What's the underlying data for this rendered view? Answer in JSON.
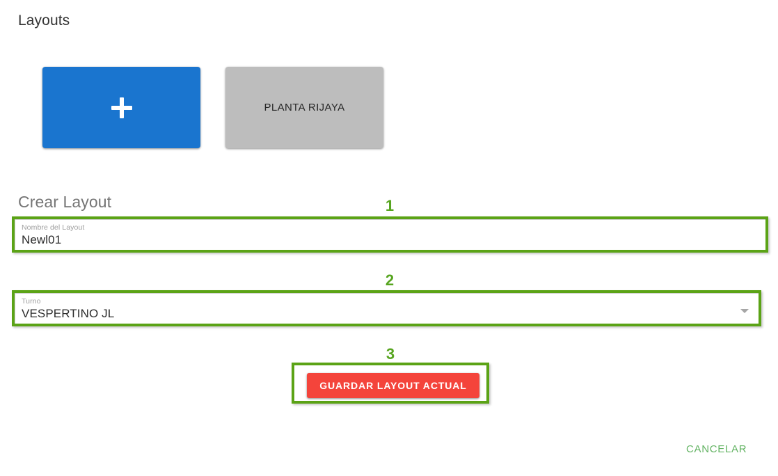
{
  "page": {
    "title": "Layouts"
  },
  "layout_cards": [
    {
      "kind": "add",
      "icon": "plus-icon",
      "label": ""
    },
    {
      "kind": "existing",
      "icon": "",
      "label": "PLANTA RIJAYA"
    }
  ],
  "create_section": {
    "heading": "Crear Layout",
    "fields": [
      {
        "label": "Nombre del Layout",
        "value": "Newl01",
        "placeholder": "Nombre del Layout",
        "step": "1"
      },
      {
        "label": "Turno",
        "value": "VESPERTINO JL",
        "placeholder": "Turno",
        "step": "2",
        "icon": "chevron-down-icon"
      }
    ],
    "save_button": {
      "label": "GUARDAR LAYOUT ACTUAL",
      "step": "3"
    },
    "cancel_link": {
      "label": "CANCELAR"
    }
  },
  "colors": {
    "highlight_green": "#5ba316",
    "step_number_green": "#57a520",
    "add_card_blue": "#1a75cf",
    "existing_card_gray": "#bdbdbd",
    "save_button_red": "#f4443b",
    "cancel_green": "#63b363",
    "page_title_gray": "#333333",
    "heading_gray": "#757575",
    "field_label_gray": "#9e9e9e"
  }
}
